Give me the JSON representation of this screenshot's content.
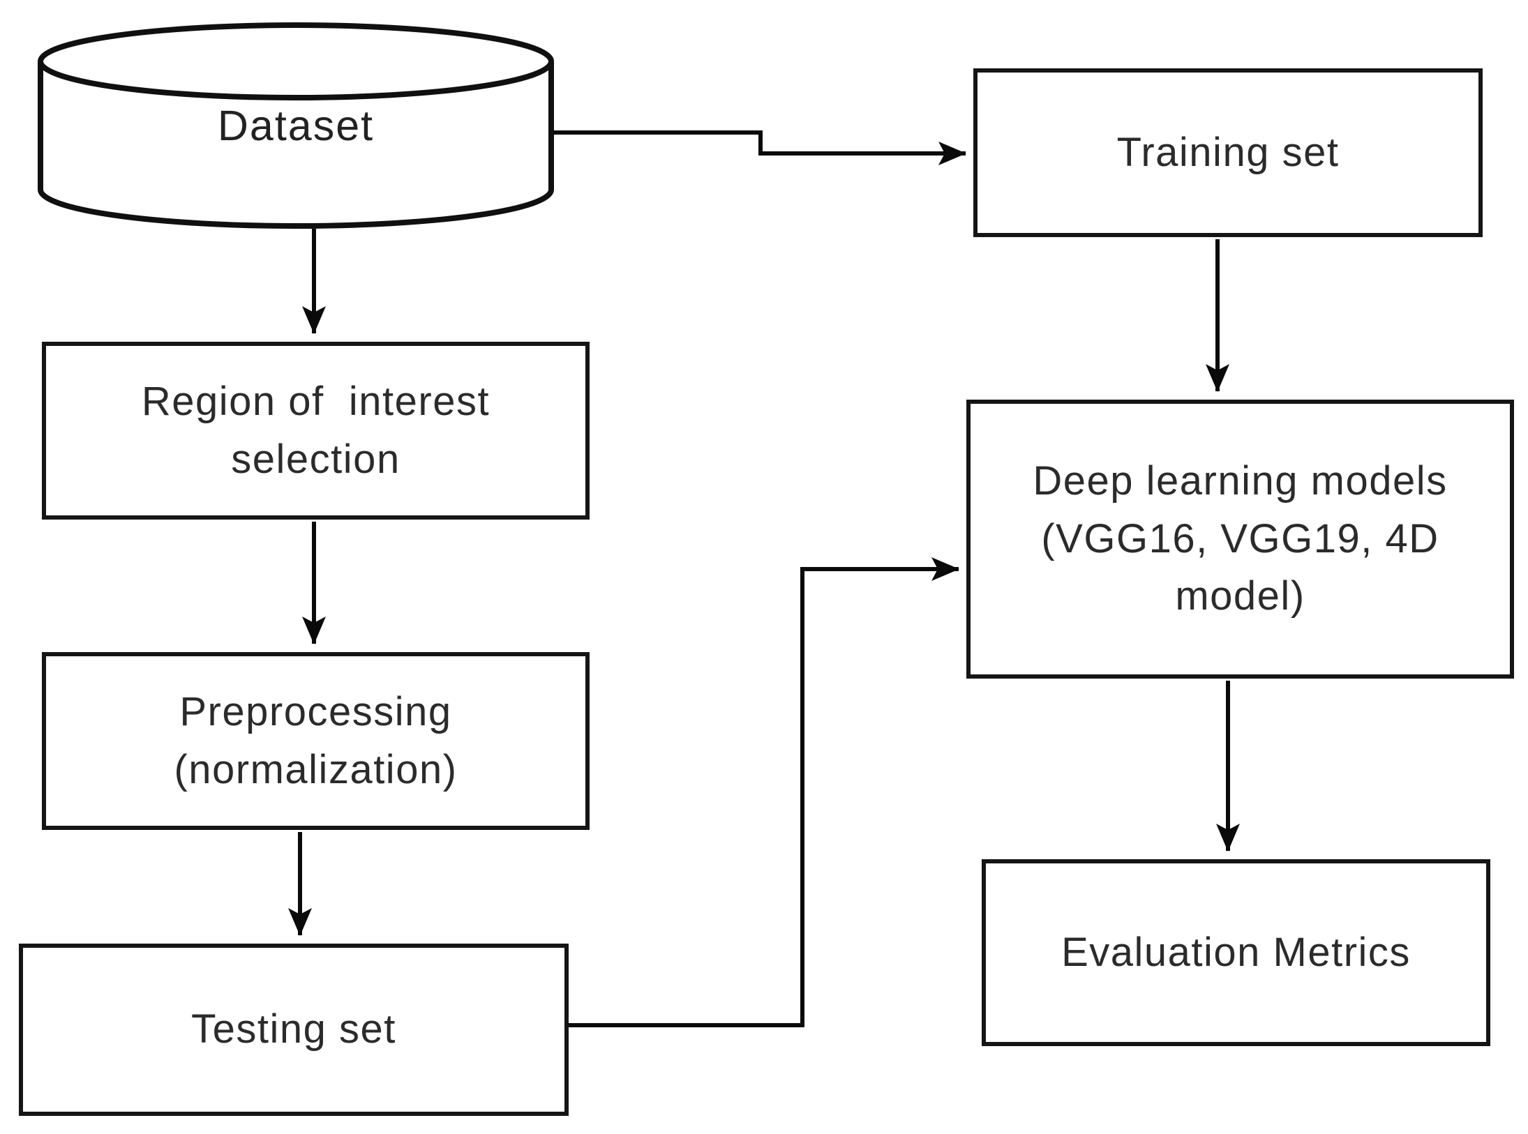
{
  "diagram": {
    "type": "flowchart",
    "background_color": "#ffffff",
    "stroke_color": "#151515",
    "text_color": "#2b2b2b",
    "nodes": {
      "dataset": {
        "label": "Dataset",
        "shape": "cylinder"
      },
      "roi": {
        "label": "Region of  interest\nselection",
        "shape": "rect"
      },
      "preprocessing": {
        "label": "Preprocessing\n(normalization)",
        "shape": "rect"
      },
      "testing_set": {
        "label": "Testing set",
        "shape": "rect"
      },
      "training_set": {
        "label": "Training set",
        "shape": "rect"
      },
      "deep_learning": {
        "label": "Deep learning models\n(VGG16, VGG19, 4D\nmodel)",
        "shape": "rect"
      },
      "evaluation_metrics": {
        "label": "Evaluation Metrics",
        "shape": "rect"
      }
    },
    "edges": [
      {
        "from": "dataset",
        "to": "roi"
      },
      {
        "from": "dataset",
        "to": "training_set"
      },
      {
        "from": "roi",
        "to": "preprocessing"
      },
      {
        "from": "preprocessing",
        "to": "testing_set"
      },
      {
        "from": "training_set",
        "to": "deep_learning"
      },
      {
        "from": "testing_set",
        "to": "deep_learning"
      },
      {
        "from": "deep_learning",
        "to": "evaluation_metrics"
      }
    ]
  }
}
